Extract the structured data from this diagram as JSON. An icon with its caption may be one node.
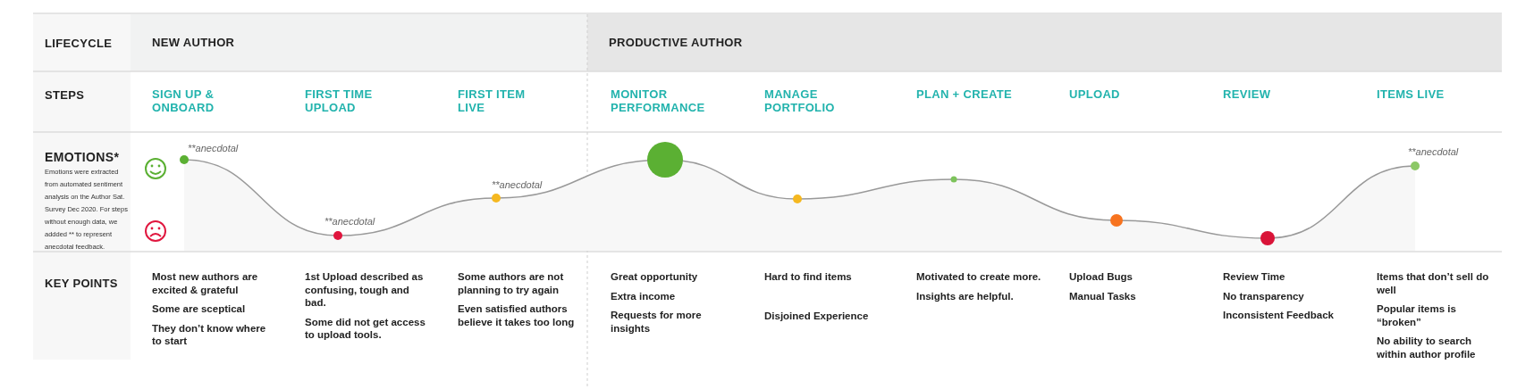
{
  "diagram": {
    "nodes": [
      {
        "text": [
          "NEW AUTHOR"
        ]
      },
      {
        "text": [
          "PRODUCTIVE AUTHOR"
        ]
      }
    ],
    "labels": [
      "LIFECYCLE",
      "STEPS",
      "SIGN UP & ONBOARD",
      "FIRST TIME UPLOAD",
      "FIRST ITEM LIVE",
      "MONITOR PERFORMANCE",
      "MANAGE PORTFOLIO",
      "PLAN + CREATE",
      "UPLOAD",
      "REVIEW",
      "ITEMS LIVE",
      "EMOTIONS*",
      "Emotions were extracted from automated sentiment analysis on the Author Sat. Survey Dec 2020. For steps without enough data, we addded ** to represent anecdotal feedback.",
      "**anecdotal",
      "**anecdotal",
      "**anecdotal",
      "**anecdotal",
      "KEY POINTS",
      "Most new authors are excited & grateful",
      "Some are sceptical",
      "They don’t know where to start",
      "1st Upload described as confusing, tough and bad.",
      "Some did not get access to upload tools.",
      "Some authors are not planning to try again",
      "Even satisfied authors believe it takes too long",
      "Great opportunity",
      "Extra income",
      "Requests for more insights",
      "Hard to find items",
      "Disjoined Experience",
      "Motivated to create more.",
      "Insights are helpful.",
      "Upload Bugs",
      "Manual Tasks",
      "Review Time",
      "No transparency",
      "Inconsistent Feedback",
      "Items that don’t sell do well",
      "Popular items is “broken”",
      "No ability to search within author profile"
    ]
  }
}
